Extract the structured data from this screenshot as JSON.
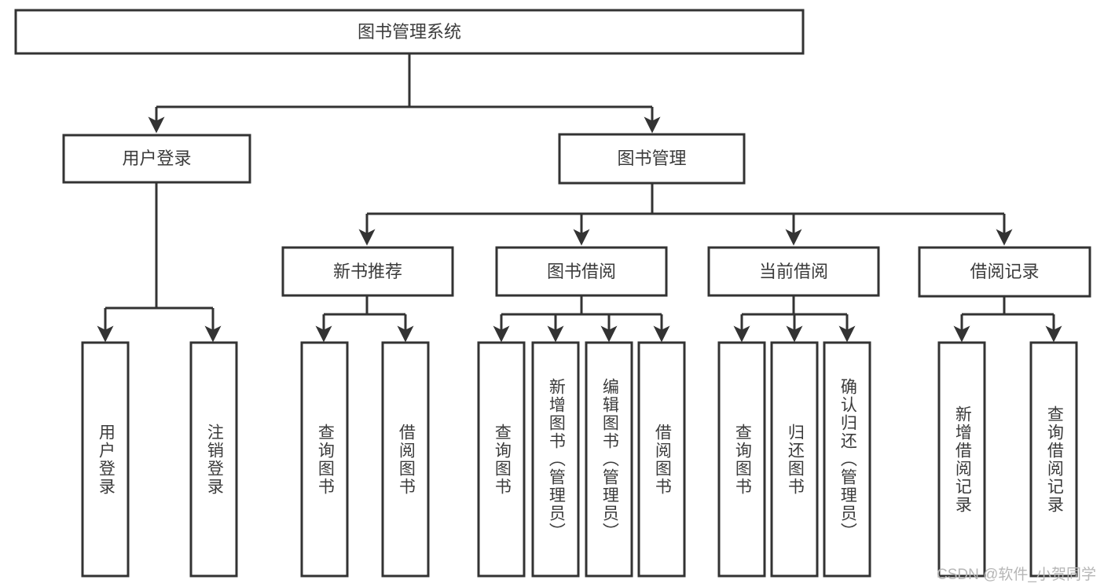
{
  "diagram": {
    "title": "图书管理系统",
    "type": "tree",
    "watermark": "CSDN @软件_小贺同学",
    "colors": {
      "stroke": "#333333",
      "fill": "#ffffff",
      "text": "#3b3b3b",
      "watermark": "#b6b6b6",
      "background": "#ffffff"
    },
    "nodes": {
      "root": {
        "label": "图书管理系统",
        "level": 0,
        "orientation": "horizontal"
      },
      "l1": [
        {
          "id": "user-login",
          "label": "用户登录",
          "level": 1,
          "orientation": "horizontal"
        },
        {
          "id": "book-manage",
          "label": "图书管理",
          "level": 1,
          "orientation": "horizontal"
        }
      ],
      "l2": [
        {
          "id": "new-book-rec",
          "label": "新书推荐",
          "level": 2,
          "orientation": "horizontal"
        },
        {
          "id": "book-borrow",
          "label": "图书借阅",
          "level": 2,
          "orientation": "horizontal"
        },
        {
          "id": "current-borrow",
          "label": "当前借阅",
          "level": 2,
          "orientation": "horizontal"
        },
        {
          "id": "borrow-record",
          "label": "借阅记录",
          "level": 2,
          "orientation": "horizontal"
        }
      ],
      "leaves": [
        {
          "id": "leaf-user-login",
          "label": "用户登录",
          "parent": "user-login",
          "orientation": "vertical"
        },
        {
          "id": "leaf-user-logout",
          "label": "注销登录",
          "parent": "user-login",
          "orientation": "vertical"
        },
        {
          "id": "leaf-query-book-1",
          "label": "查询图书",
          "parent": "new-book-rec",
          "orientation": "vertical"
        },
        {
          "id": "leaf-borrow-book-1",
          "label": "借阅图书",
          "parent": "new-book-rec",
          "orientation": "vertical"
        },
        {
          "id": "leaf-query-book-2",
          "label": "查询图书",
          "parent": "book-borrow",
          "orientation": "vertical"
        },
        {
          "id": "leaf-add-book",
          "label": "新增图书（管理员）",
          "parent": "book-borrow",
          "orientation": "vertical"
        },
        {
          "id": "leaf-edit-book",
          "label": "编辑图书（管理员）",
          "parent": "book-borrow",
          "orientation": "vertical"
        },
        {
          "id": "leaf-borrow-book-2",
          "label": "借阅图书",
          "parent": "book-borrow",
          "orientation": "vertical"
        },
        {
          "id": "leaf-query-book-3",
          "label": "查询图书",
          "parent": "current-borrow",
          "orientation": "vertical"
        },
        {
          "id": "leaf-return-book",
          "label": "归还图书",
          "parent": "current-borrow",
          "orientation": "vertical"
        },
        {
          "id": "leaf-confirm-return",
          "label": "确认归还（管理员）",
          "parent": "current-borrow",
          "orientation": "vertical"
        },
        {
          "id": "leaf-add-record",
          "label": "新增借阅记录",
          "parent": "borrow-record",
          "orientation": "vertical"
        },
        {
          "id": "leaf-query-record",
          "label": "查询借阅记录",
          "parent": "borrow-record",
          "orientation": "vertical"
        }
      ]
    },
    "edges": [
      {
        "from": "图书管理系统",
        "to": "用户登录"
      },
      {
        "from": "图书管理系统",
        "to": "图书管理"
      },
      {
        "from": "图书管理",
        "to": "新书推荐"
      },
      {
        "from": "图书管理",
        "to": "图书借阅"
      },
      {
        "from": "图书管理",
        "to": "当前借阅"
      },
      {
        "from": "图书管理",
        "to": "借阅记录"
      },
      {
        "from": "用户登录",
        "to": "用户登录"
      },
      {
        "from": "用户登录",
        "to": "注销登录"
      },
      {
        "from": "新书推荐",
        "to": "查询图书"
      },
      {
        "from": "新书推荐",
        "to": "借阅图书"
      },
      {
        "from": "图书借阅",
        "to": "查询图书"
      },
      {
        "from": "图书借阅",
        "to": "新增图书（管理员）"
      },
      {
        "from": "图书借阅",
        "to": "编辑图书（管理员）"
      },
      {
        "from": "图书借阅",
        "to": "借阅图书"
      },
      {
        "from": "当前借阅",
        "to": "查询图书"
      },
      {
        "from": "当前借阅",
        "to": "归还图书"
      },
      {
        "from": "当前借阅",
        "to": "确认归还（管理员）"
      },
      {
        "from": "借阅记录",
        "to": "新增借阅记录"
      },
      {
        "from": "借阅记录",
        "to": "查询借阅记录"
      }
    ]
  }
}
